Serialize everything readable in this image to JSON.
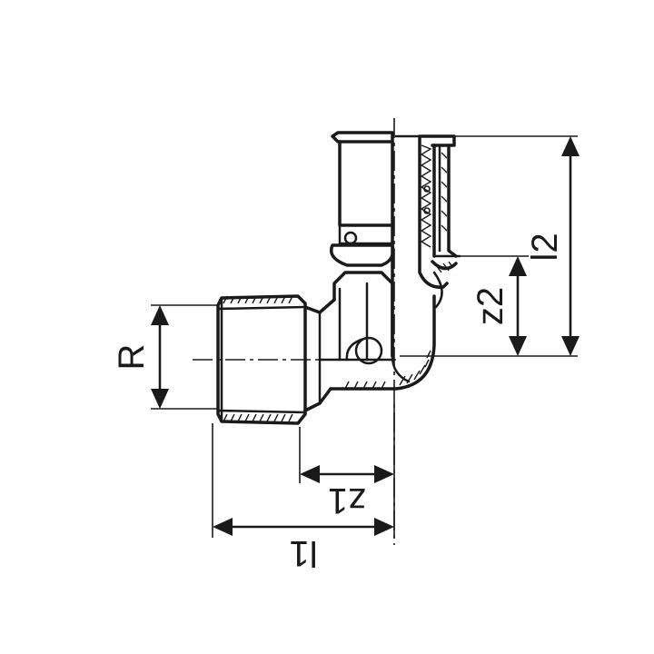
{
  "dimensions": {
    "r": "R",
    "z1": "z1",
    "l1": "l1",
    "z2": "z2",
    "l2": "l2"
  }
}
